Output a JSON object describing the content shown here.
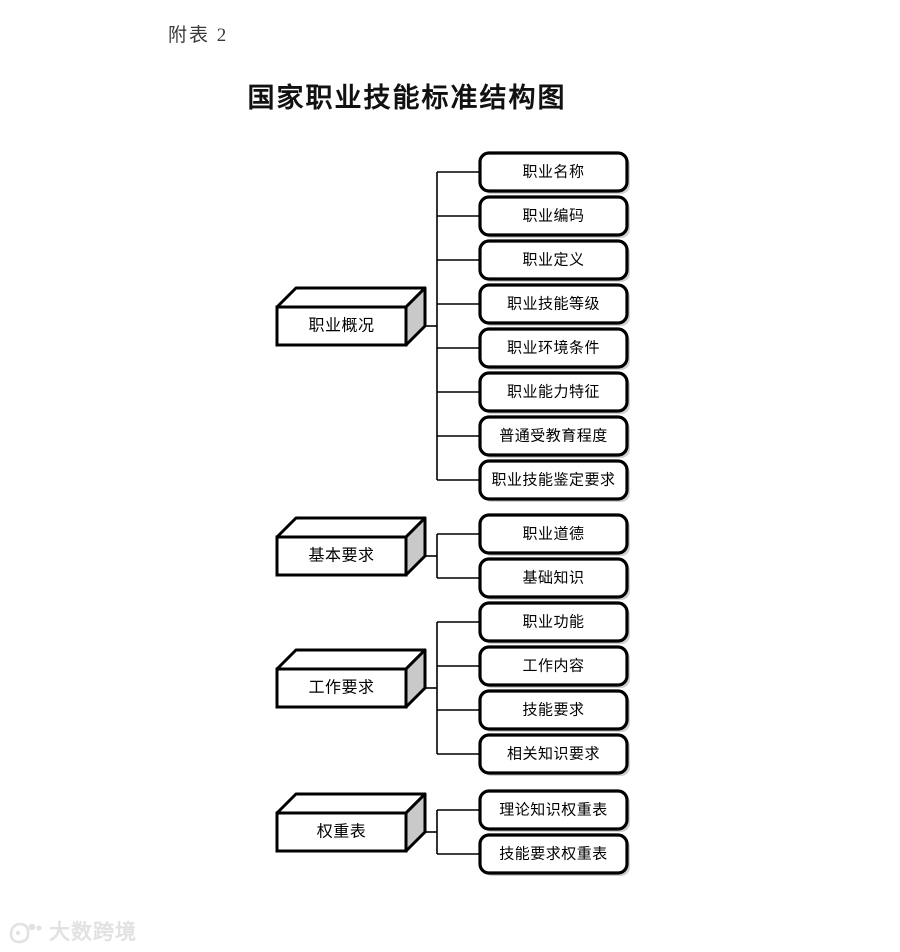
{
  "header": {
    "attachment_label": "附表 2",
    "title": "国家职业技能标准结构图"
  },
  "watermark": {
    "text": "大数跨境",
    "logo_icon": "paw-logo-icon",
    "color": "#e2e2e2"
  },
  "style": {
    "box_fill": "#ffffff",
    "box_stroke": "#000000",
    "cube_top_fill": "#ffffff",
    "cube_side_fill": "#c9c9c9",
    "line_color": "#000000",
    "shadow_color": "#9a9a9a",
    "text_color": "#000000"
  },
  "diagram": {
    "type": "tree",
    "orientation": "left-to-right",
    "groups": [
      {
        "id": "group-occupation-overview",
        "parent": {
          "label": "职业概况",
          "shape": "cube-3d"
        },
        "children": [
          {
            "label": "职业名称",
            "shape": "rounded-rect"
          },
          {
            "label": "职业编码",
            "shape": "rounded-rect"
          },
          {
            "label": "职业定义",
            "shape": "rounded-rect"
          },
          {
            "label": "职业技能等级",
            "shape": "rounded-rect"
          },
          {
            "label": "职业环境条件",
            "shape": "rounded-rect"
          },
          {
            "label": "职业能力特征",
            "shape": "rounded-rect"
          },
          {
            "label": "普通受教育程度",
            "shape": "rounded-rect"
          },
          {
            "label": "职业技能鉴定要求",
            "shape": "rounded-rect"
          }
        ]
      },
      {
        "id": "group-basic-requirements",
        "parent": {
          "label": "基本要求",
          "shape": "cube-3d"
        },
        "children": [
          {
            "label": "职业道德",
            "shape": "rounded-rect"
          },
          {
            "label": "基础知识",
            "shape": "rounded-rect"
          }
        ]
      },
      {
        "id": "group-work-requirements",
        "parent": {
          "label": "工作要求",
          "shape": "cube-3d"
        },
        "children": [
          {
            "label": "职业功能",
            "shape": "rounded-rect"
          },
          {
            "label": "工作内容",
            "shape": "rounded-rect"
          },
          {
            "label": "技能要求",
            "shape": "rounded-rect"
          },
          {
            "label": "相关知识要求",
            "shape": "rounded-rect"
          }
        ]
      },
      {
        "id": "group-weight-tables",
        "parent": {
          "label": "权重表",
          "shape": "cube-3d"
        },
        "children": [
          {
            "label": "理论知识权重表",
            "shape": "rounded-rect"
          },
          {
            "label": "技能要求权重表",
            "shape": "rounded-rect"
          }
        ]
      }
    ]
  }
}
